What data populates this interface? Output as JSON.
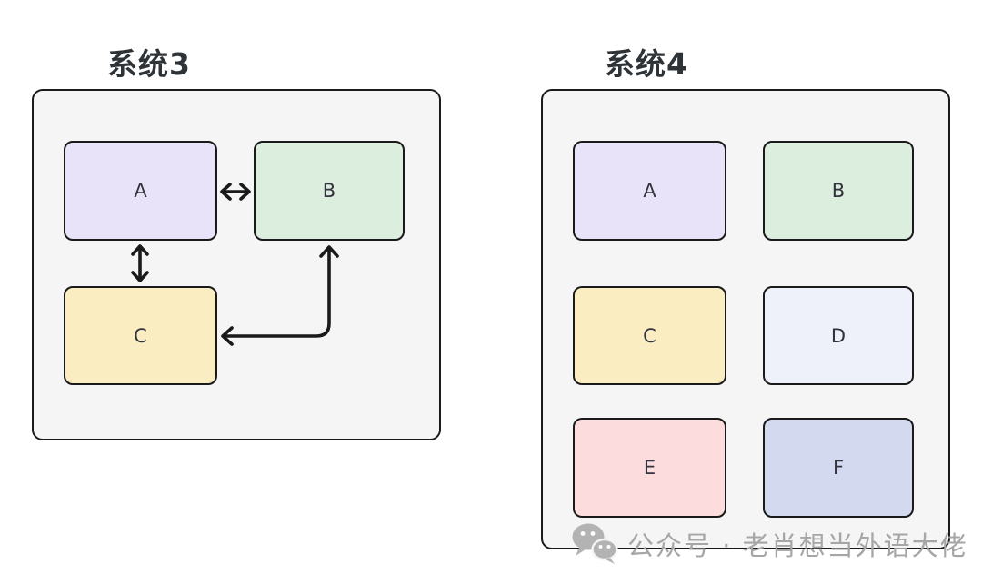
{
  "page": {
    "background": "#ffffff"
  },
  "panels": [
    {
      "id": "system3",
      "title": "系统3",
      "boxes": [
        {
          "label": "A",
          "color": "#e8e3f8"
        },
        {
          "label": "B",
          "color": "#dceedd"
        },
        {
          "label": "C",
          "color": "#fbedc2"
        }
      ],
      "connections": [
        {
          "from": "A",
          "to": "B",
          "style": "bidirectional-straight-horizontal"
        },
        {
          "from": "A",
          "to": "C",
          "style": "bidirectional-straight-vertical"
        },
        {
          "from": "B",
          "to": "C",
          "style": "bidirectional-elbow"
        }
      ]
    },
    {
      "id": "system4",
      "title": "系统4",
      "boxes": [
        {
          "label": "A",
          "color": "#e8e3f8"
        },
        {
          "label": "B",
          "color": "#dceedd"
        },
        {
          "label": "C",
          "color": "#fbedc2"
        },
        {
          "label": "D",
          "color": "#eef1fa"
        },
        {
          "label": "E",
          "color": "#fcdcdd"
        },
        {
          "label": "F",
          "color": "#d3d9ee"
        }
      ],
      "connections": []
    }
  ],
  "watermark": {
    "icon": "wechat-icon",
    "text": "公众号 · 老肖想当外语大佬",
    "color": "#a6a6a6"
  },
  "style": {
    "panel_background": "#f5f5f5",
    "stroke_color": "#1a1a1a",
    "title_color": "#2e3338",
    "label_color": "#33333d"
  }
}
